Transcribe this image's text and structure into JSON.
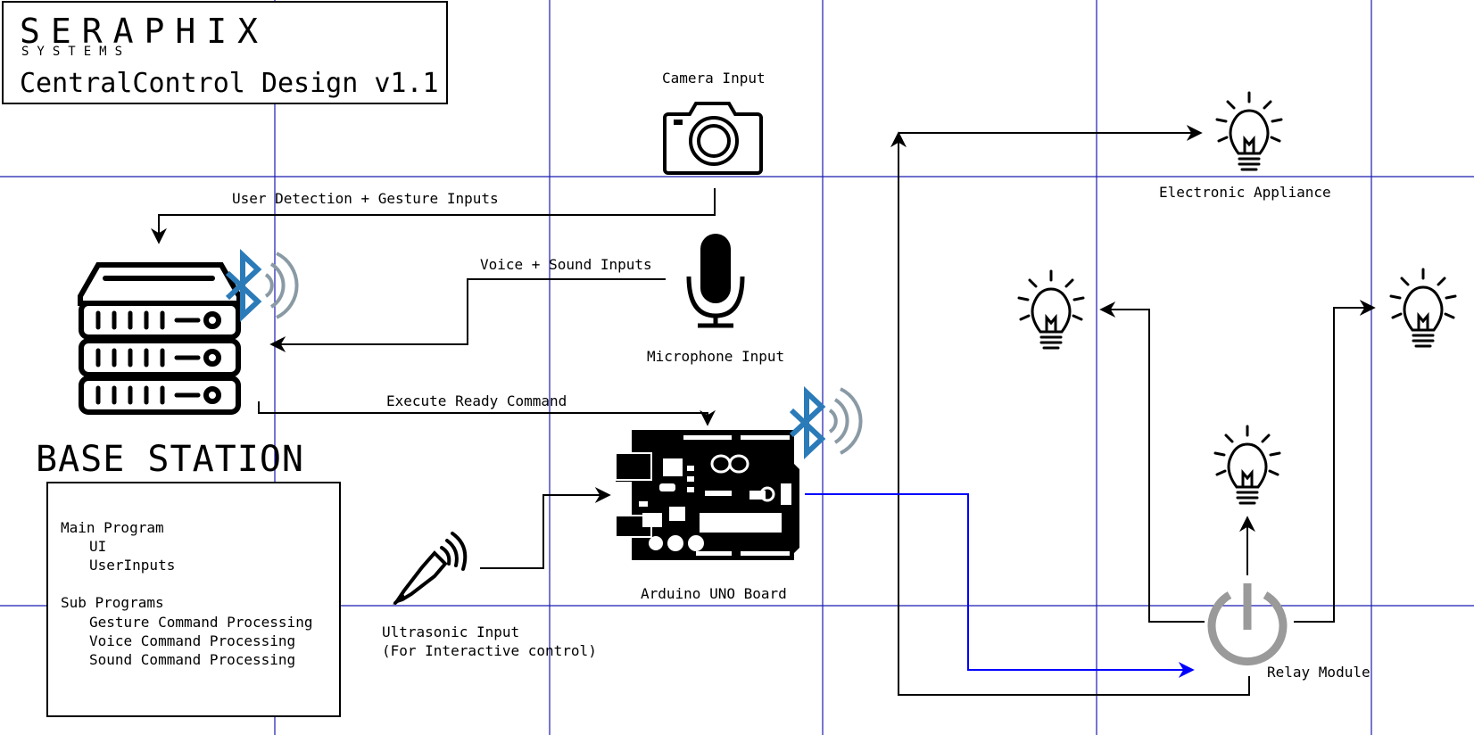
{
  "brand": {
    "name": "SERAPHIX",
    "subtitle": "SYSTEMS",
    "document_title": "CentralControl Design v1.1"
  },
  "colors": {
    "grid": "#1a1ab0",
    "bluetooth": "#2b7bb9",
    "signal_waves": "#8a9aa5",
    "power_icon": "#9a9a9a",
    "data_link": "#0000ff"
  },
  "nodes": {
    "camera": {
      "label": "Camera Input",
      "icon": "camera-icon"
    },
    "microphone": {
      "label": "Microphone Input",
      "icon": "microphone-icon"
    },
    "base_station": {
      "label": "BASE STATION",
      "icon": "server-icon"
    },
    "arduino": {
      "label": "Arduino UNO Board",
      "icon": "arduino-board-icon"
    },
    "ultrasonic": {
      "label_line1": "Ultrasonic Input",
      "label_line2": "(For Interactive control)",
      "icon": "ultrasonic-sensor-icon"
    },
    "relay": {
      "label": "Relay Module",
      "icon": "power-icon"
    },
    "appliance": {
      "label": "Electronic Appliance",
      "icon": "light-bulb-icon"
    }
  },
  "connectors": {
    "gesture": "User Detection + Gesture Inputs",
    "voice": "Voice + Sound Inputs",
    "execute": "Execute Ready Command"
  },
  "programs": {
    "main_heading": "Main Program",
    "main_items": [
      "UI",
      "UserInputs"
    ],
    "sub_heading": "Sub Programs",
    "sub_items": [
      "Gesture Command Processing",
      "Voice Command Processing",
      "Sound Command Processing"
    ]
  }
}
